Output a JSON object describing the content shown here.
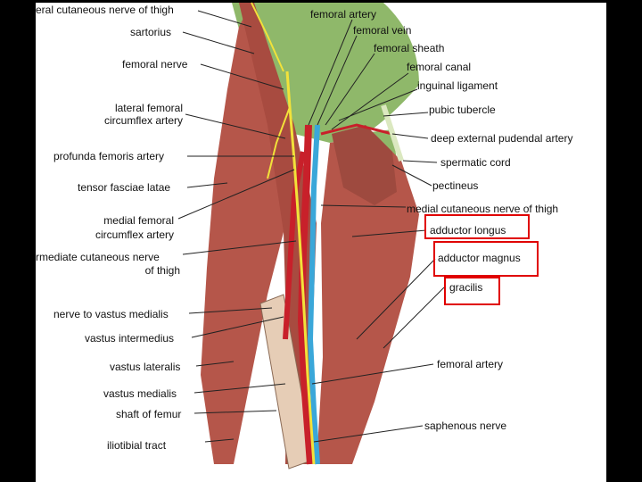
{
  "colors": {
    "slide_background": "#4a1f14",
    "slide_frame": "#000000",
    "paper": "#ffffff",
    "muscle": "#b5564a",
    "fascia": "#8fb86a",
    "artery": "#c8202a",
    "vein": "#3aa7d9",
    "nerve": "#f2e23a",
    "bone": "#e6cdb6",
    "highlight": "#e00000"
  },
  "labels": {
    "lat_cut_nerve_thigh": "eral cutaneous nerve of thigh",
    "sartorius": "sartorius",
    "femoral_nerve": "femoral nerve",
    "lateral_femoral": "lateral femoral",
    "circumflex_artery": "circumflex artery",
    "profunda_femoris": "profunda femoris artery",
    "tensor_fasciae": "tensor fasciae latae",
    "medial_femoral": "medial femoral",
    "medial_circumflex": "circumflex artery",
    "intermediate_cut_nerve": "rmediate cutaneous nerve",
    "of_thigh": "of thigh",
    "nerve_vastus_medialis": "nerve to vastus medialis",
    "vastus_intermedius": "vastus intermedius",
    "vastus_lateralis": "vastus lateralis",
    "vastus_medialis": "vastus medialis",
    "shaft_femur": "shaft of femur",
    "iliotibial_tract": "iliotibial tract",
    "femoral_artery_top": "femoral artery",
    "femoral_vein": "femoral vein",
    "femoral_sheath": "femoral sheath",
    "femoral_canal": "femoral canal",
    "inguinal_ligament": "inguinal ligament",
    "pubic_tubercle": "pubic tubercle",
    "deep_ext_pudendal": "deep external pudendal artery",
    "spermatic_cord": "spermatic cord",
    "pectineus": "pectineus",
    "medial_cut_nerve": "medial cutaneous nerve of thigh",
    "adductor_longus": "adductor longus",
    "adductor_magnus": "adductor magnus",
    "gracilis": "gracilis",
    "femoral_artery_low": "femoral artery",
    "saphenous_nerve": "saphenous nerve"
  }
}
